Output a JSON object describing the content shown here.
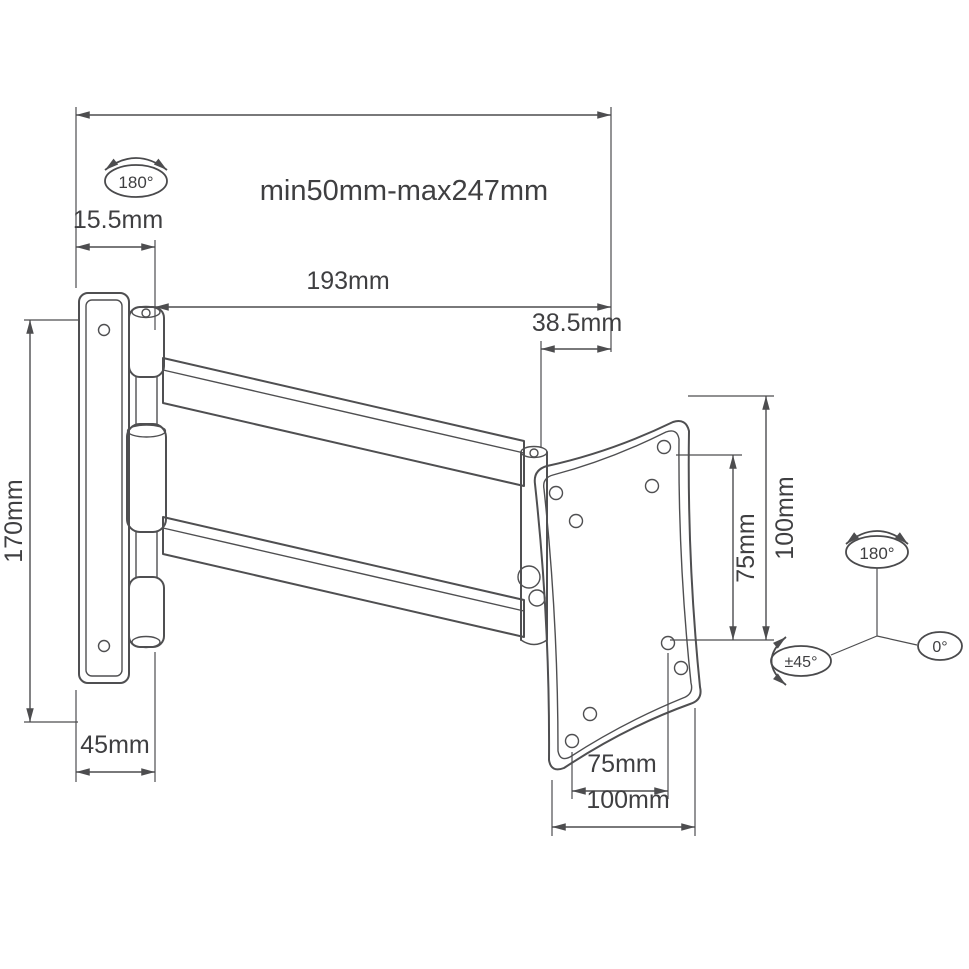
{
  "diagram": {
    "title": "monitor-wall-mount-arm-dimension-drawing",
    "colors": {
      "line": "#4f4f51",
      "text": "#3f3f41",
      "background": "#ffffff"
    },
    "dims": {
      "extension_range": "min50mm-max247mm",
      "wall_offset": "15.5mm",
      "arm_length": "193mm",
      "head_offset": "38.5mm",
      "plate_height": "170mm",
      "vesa_vertical_100": "100mm",
      "vesa_vertical_75": "75mm",
      "base_depth": "45mm",
      "vesa_horizontal_75": "75mm",
      "vesa_horizontal_100": "100mm"
    },
    "rotations": {
      "wall_swivel": "180°",
      "head_swivel": "180°",
      "head_rotation": "0°",
      "tilt_range": "±45°"
    }
  }
}
